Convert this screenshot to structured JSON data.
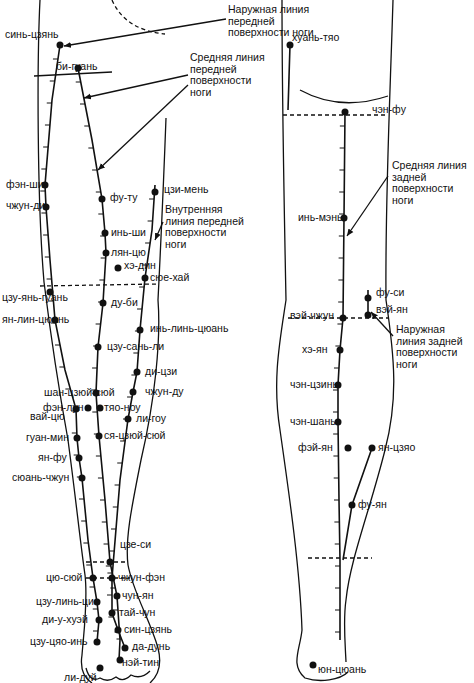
{
  "diagram": {
    "labels": [
      "синь-цзянь",
      "Наружная линия передней поверхности ноги",
      "би-гуань",
      "Средняя линия передней поверхности ноги",
      "фу-ту",
      "цзи-мень",
      "Внутренняя линия передней поверхности ноги",
      "фэн-ши",
      "чжун-ди",
      "инь-ши",
      "лян-цю",
      "сюе-хай",
      "хэ-дин",
      "цзу-янь-гуань",
      "ду-би",
      "ян-лин-цюань",
      "инь-линь-цюань",
      "цзу-сань-ли",
      "ди-цзи",
      "шан-цзюй-сюй",
      "чжун-ду",
      "фэн-лун",
      "вай-цю",
      "тяо-ноу",
      "ли-гоу",
      "ся-цзюй-сюй",
      "гуан-мин",
      "ян-фу",
      "сюань-чжун",
      "цзе-си",
      "цю-сюй",
      "чжун-фэн",
      "чун-ян",
      "цзу-линь-ци",
      "тай-чун",
      "ди-у-хуэй",
      "син-цзянь",
      "да-дунь",
      "цзу-цяо-инь",
      "нэй-тин",
      "ли-дуй",
      "хуань-тяо",
      "чэн-фу",
      "Средняя линия задней поверхности ноги",
      "инь-мэнь",
      "фу-си",
      "вэй-чжун",
      "вэй-ян",
      "Наружная линия задней поверхности ноги",
      "хэ-ян",
      "чэн-цзинь",
      "чэн-шань",
      "фэй-ян",
      "ян-цзяо",
      "фу-ян",
      "юн-цюань"
    ]
  }
}
